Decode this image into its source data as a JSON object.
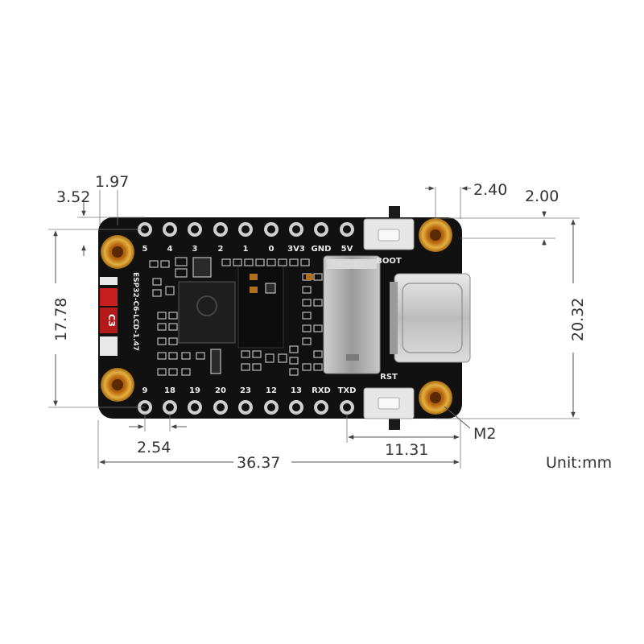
{
  "board": {
    "model": "ESP32-C6-LCD-1.47",
    "chip_marking": "C3",
    "top_pins": [
      "5",
      "4",
      "3",
      "2",
      "1",
      "0",
      "3V3",
      "GND",
      "5V"
    ],
    "bottom_pins": [
      "9",
      "18",
      "19",
      "20",
      "23",
      "12",
      "13",
      "RXD",
      "TXD"
    ],
    "boot_label": "BOOT",
    "rst_label": "RST"
  },
  "dimensions": {
    "d_1_97": "1.97",
    "d_3_52": "3.52",
    "d_2_40": "2.40",
    "d_2_00": "2.00",
    "d_17_78": "17.78",
    "d_20_32": "20.32",
    "d_2_54": "2.54",
    "d_11_31": "11.31",
    "d_36_37": "36.37",
    "hole_label": "M2",
    "unit": "Unit:mm"
  },
  "colors": {
    "pcb": "#111111",
    "gold": "#d49a1a",
    "pad": "#c9c9c9",
    "usb": "#cfcfcf"
  }
}
